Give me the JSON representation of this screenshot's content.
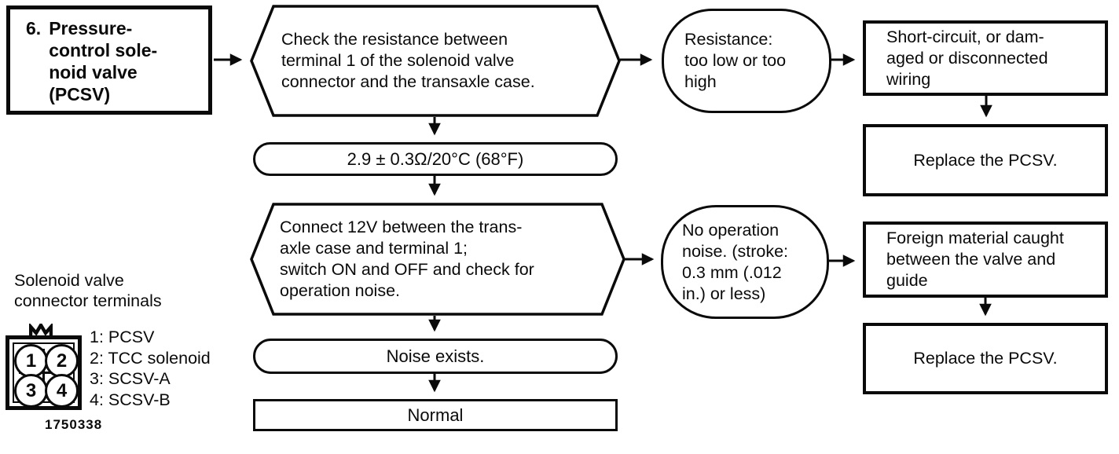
{
  "flow": {
    "step": {
      "number": "6.",
      "title": "Pressure-\ncontrol sole-\nnoid valve\n(PCSV)"
    },
    "check1": "Check the resistance between\nterminal 1 of the solenoid valve\nconnector and the transaxle case.",
    "spec": "2.9 ± 0.3Ω/20°C (68°F)",
    "result1": "Resistance:\ntoo low or too\nhigh",
    "cause1": "Short-circuit, or dam-\naged or disconnected\nwiring",
    "action1": "Replace the PCSV.",
    "check2": "Connect 12V between the trans-\naxle case and terminal 1;\nswitch ON and OFF and check for\noperation noise.",
    "result2": "No operation\nnoise. (stroke:\n0.3 mm (.012\nin.) or less)",
    "cause2": "Foreign material caught\nbetween the valve and\nguide",
    "action2": "Replace the PCSV.",
    "noise": "Noise exists.",
    "normal": "Normal"
  },
  "legend": {
    "title": "Solenoid valve\nconnector terminals",
    "terminals": [
      "1",
      "2",
      "3",
      "4"
    ],
    "items": [
      "1: PCSV",
      "2: TCC solenoid",
      "3: SCSV-A",
      "4: SCSV-B"
    ]
  },
  "figure": {
    "number": "1750338"
  }
}
